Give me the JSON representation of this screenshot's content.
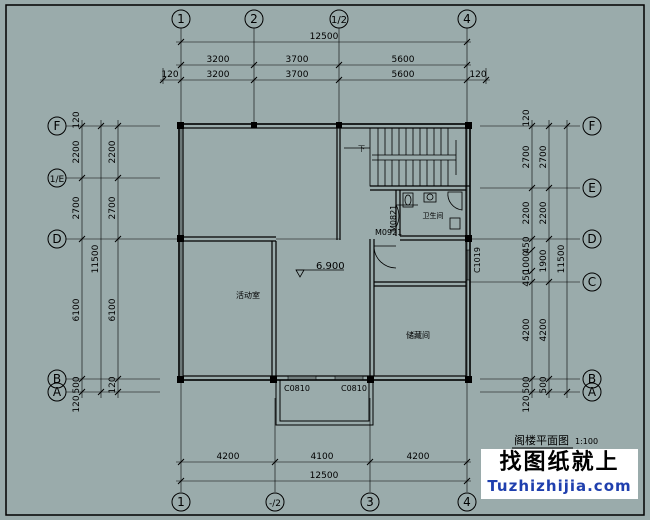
{
  "grid_top": [
    "1",
    "2",
    "1/2",
    "4"
  ],
  "grid_bottom": [
    "1",
    "-/2",
    "3",
    "4"
  ],
  "grid_left": [
    "F",
    "1/E",
    "D",
    "B",
    "A"
  ],
  "grid_right": [
    "F",
    "E",
    "D",
    "C",
    "B",
    "A"
  ],
  "dim_top_total": "12500",
  "dim_top_row1": [
    "3200",
    "3700",
    "5600"
  ],
  "dim_top_row2": [
    "120",
    "3200",
    "3700",
    "5600",
    "120"
  ],
  "dim_bottom_row": [
    "4200",
    "4100",
    "4200"
  ],
  "dim_bottom_total": "12500",
  "dim_left_outer": [
    "120",
    "2200",
    "2700",
    "6100",
    "500",
    "120"
  ],
  "dim_left_total": "11500",
  "dim_left_inner": [
    "2200",
    "2700",
    "6100",
    "120"
  ],
  "dim_right_inner": [
    "120",
    "2700",
    "2200",
    "450",
    "1000",
    "450",
    "4200",
    "500",
    "120"
  ],
  "dim_right_outer": [
    "2700",
    "2200",
    "1900",
    "4200",
    "500"
  ],
  "dim_right_total": "11500",
  "rooms": {
    "activity_room": "活动室",
    "storage_room": "储藏间",
    "bathroom": "卫生间"
  },
  "elevation": "6.900",
  "labels": {
    "door_m0921": "M0921",
    "door_m0821": "M0821",
    "window_c1019": "C1019",
    "window_c0810_left": "C0810",
    "window_c0810_right": "C0810",
    "stair_mark": "下"
  },
  "title": {
    "name": "阁楼平面图",
    "scale": "1:100"
  },
  "watermark": {
    "cn": "找图纸就上",
    "en": "Tuzhizhijia.com"
  }
}
